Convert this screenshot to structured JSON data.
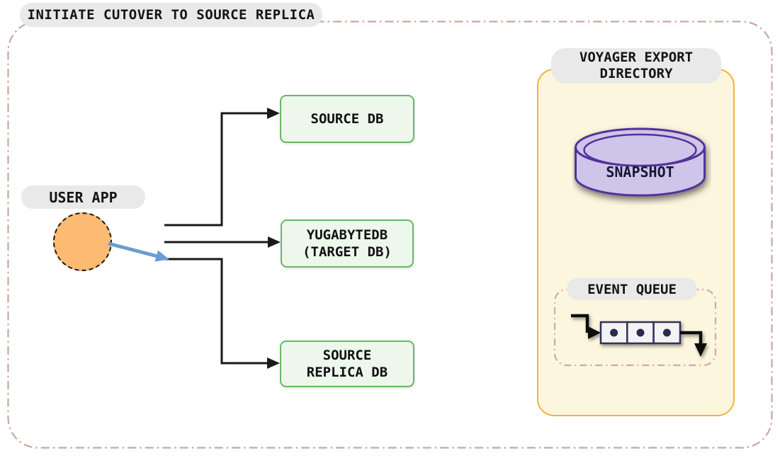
{
  "title": "INITIATE CUTOVER TO SOURCE REPLICA",
  "user_app": {
    "label": "USER APP"
  },
  "databases": {
    "source_db": {
      "line1": "SOURCE DB"
    },
    "target_db": {
      "line1": "YUGABYTEDB",
      "line2": "(TARGET DB)"
    },
    "source_replica_db": {
      "line1": "SOURCE",
      "line2": "REPLICA DB"
    }
  },
  "voyager_export_directory": {
    "title_line1": "VOYAGER EXPORT",
    "title_line2": "DIRECTORY",
    "snapshot": {
      "label": "SNAPSHOT"
    },
    "event_queue": {
      "label": "EVENT QUEUE",
      "item_count": 3
    }
  },
  "icons": {
    "user_app_node": "orange-dashed-circle",
    "snapshot": "database-cylinder-icon",
    "event_queue": "queue-boxes-icon",
    "cutover_arrow": "blue-arrow-icon",
    "connectors": "black-elbow-arrows"
  },
  "colors": {
    "outer_border": "#c9a89c",
    "pill_bg": "#e9e9e9",
    "db_box_fill": "#edf7ec",
    "db_box_border": "#65b964",
    "user_app_fill": "#fcba72",
    "cutover_arrow_blue": "#6b9bd2",
    "voyager_fill": "#fdf6de",
    "voyager_border": "#f0b73a",
    "snapshot_fill": "#cfc5e9",
    "snapshot_border": "#53309b",
    "snapshot_text": "#1b1536",
    "queue_box_fill": "#f3f2f5",
    "queue_box_border": "#31305a",
    "event_queue_border": "#cfaaa3",
    "connector_black": "#1a1a1a"
  }
}
